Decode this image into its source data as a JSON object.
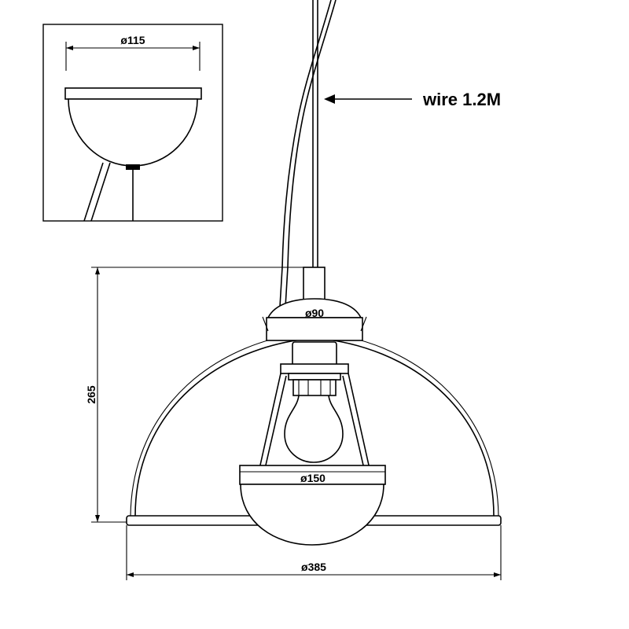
{
  "labels": {
    "inset_diameter": "ø115",
    "canopy_diameter": "ø90",
    "inner_bowl_diameter": "ø150",
    "shade_diameter": "ø385",
    "height": "265",
    "wire": "wire  1.2M"
  },
  "colors": {
    "stroke": "#000000",
    "background": "#ffffff"
  }
}
